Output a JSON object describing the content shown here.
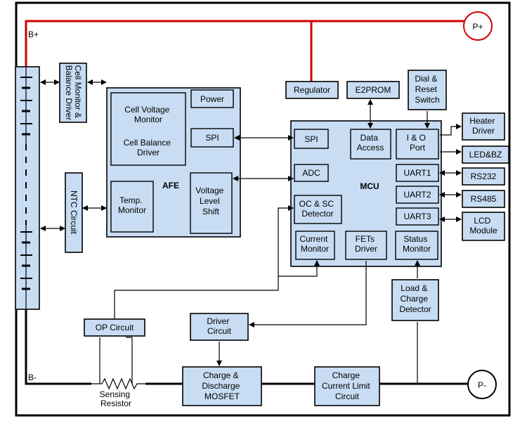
{
  "terminals": {
    "p_plus": "P+",
    "p_minus": "P-",
    "b_plus": "B+",
    "b_minus": "B-"
  },
  "blocks": {
    "cell_monitor": [
      "Cell Monitor &",
      "Balance Driver"
    ],
    "ntc": "NTC Circuit",
    "afe": {
      "title": "AFE",
      "cell_voltage": [
        "Cell Voltage",
        "Monitor"
      ],
      "cell_balance": [
        "Cell Balance",
        "Driver"
      ],
      "power": "Power",
      "spi": "SPI",
      "temp": [
        "Temp.",
        "Monitor"
      ],
      "vls": [
        "Voltage",
        "Level",
        "Shift"
      ]
    },
    "regulator": "Regulator",
    "e2prom": "E2PROM",
    "dial": [
      "Dial &",
      "Reset",
      "Switch"
    ],
    "mcu": {
      "title": "MCU",
      "spi": "SPI",
      "data_access": [
        "Data",
        "Access"
      ],
      "io_port": [
        "I & O",
        "Port"
      ],
      "adc": "ADC",
      "uart1": "UART1",
      "uart2": "UART2",
      "uart3": "UART3",
      "ocsc": [
        "OC & SC",
        "Detector"
      ],
      "current": [
        "Current",
        "Monitor"
      ],
      "fets": [
        "FETs",
        "Driver"
      ],
      "status": [
        "Status",
        "Monitor"
      ]
    },
    "heater": [
      "Heater",
      "Driver"
    ],
    "led": "LED&BZ",
    "rs232": "RS232",
    "rs485": "RS485",
    "lcd": [
      "LCD",
      "Module"
    ],
    "load": [
      "Load &",
      "Charge",
      "Detector"
    ],
    "op": "OP Circuit",
    "driver_circuit": [
      "Driver",
      "Circuit"
    ],
    "charge_mosfet": [
      "Charge &",
      "Discharge",
      "MOSFET"
    ],
    "charge_limit": [
      "Charge",
      "Current Limit",
      "Circuit"
    ],
    "sensing": [
      "Sensing",
      "Resistor"
    ]
  },
  "colors": {
    "block_fill": "#c8ddf3",
    "power_line": "#d00000",
    "wire": "#000000"
  }
}
